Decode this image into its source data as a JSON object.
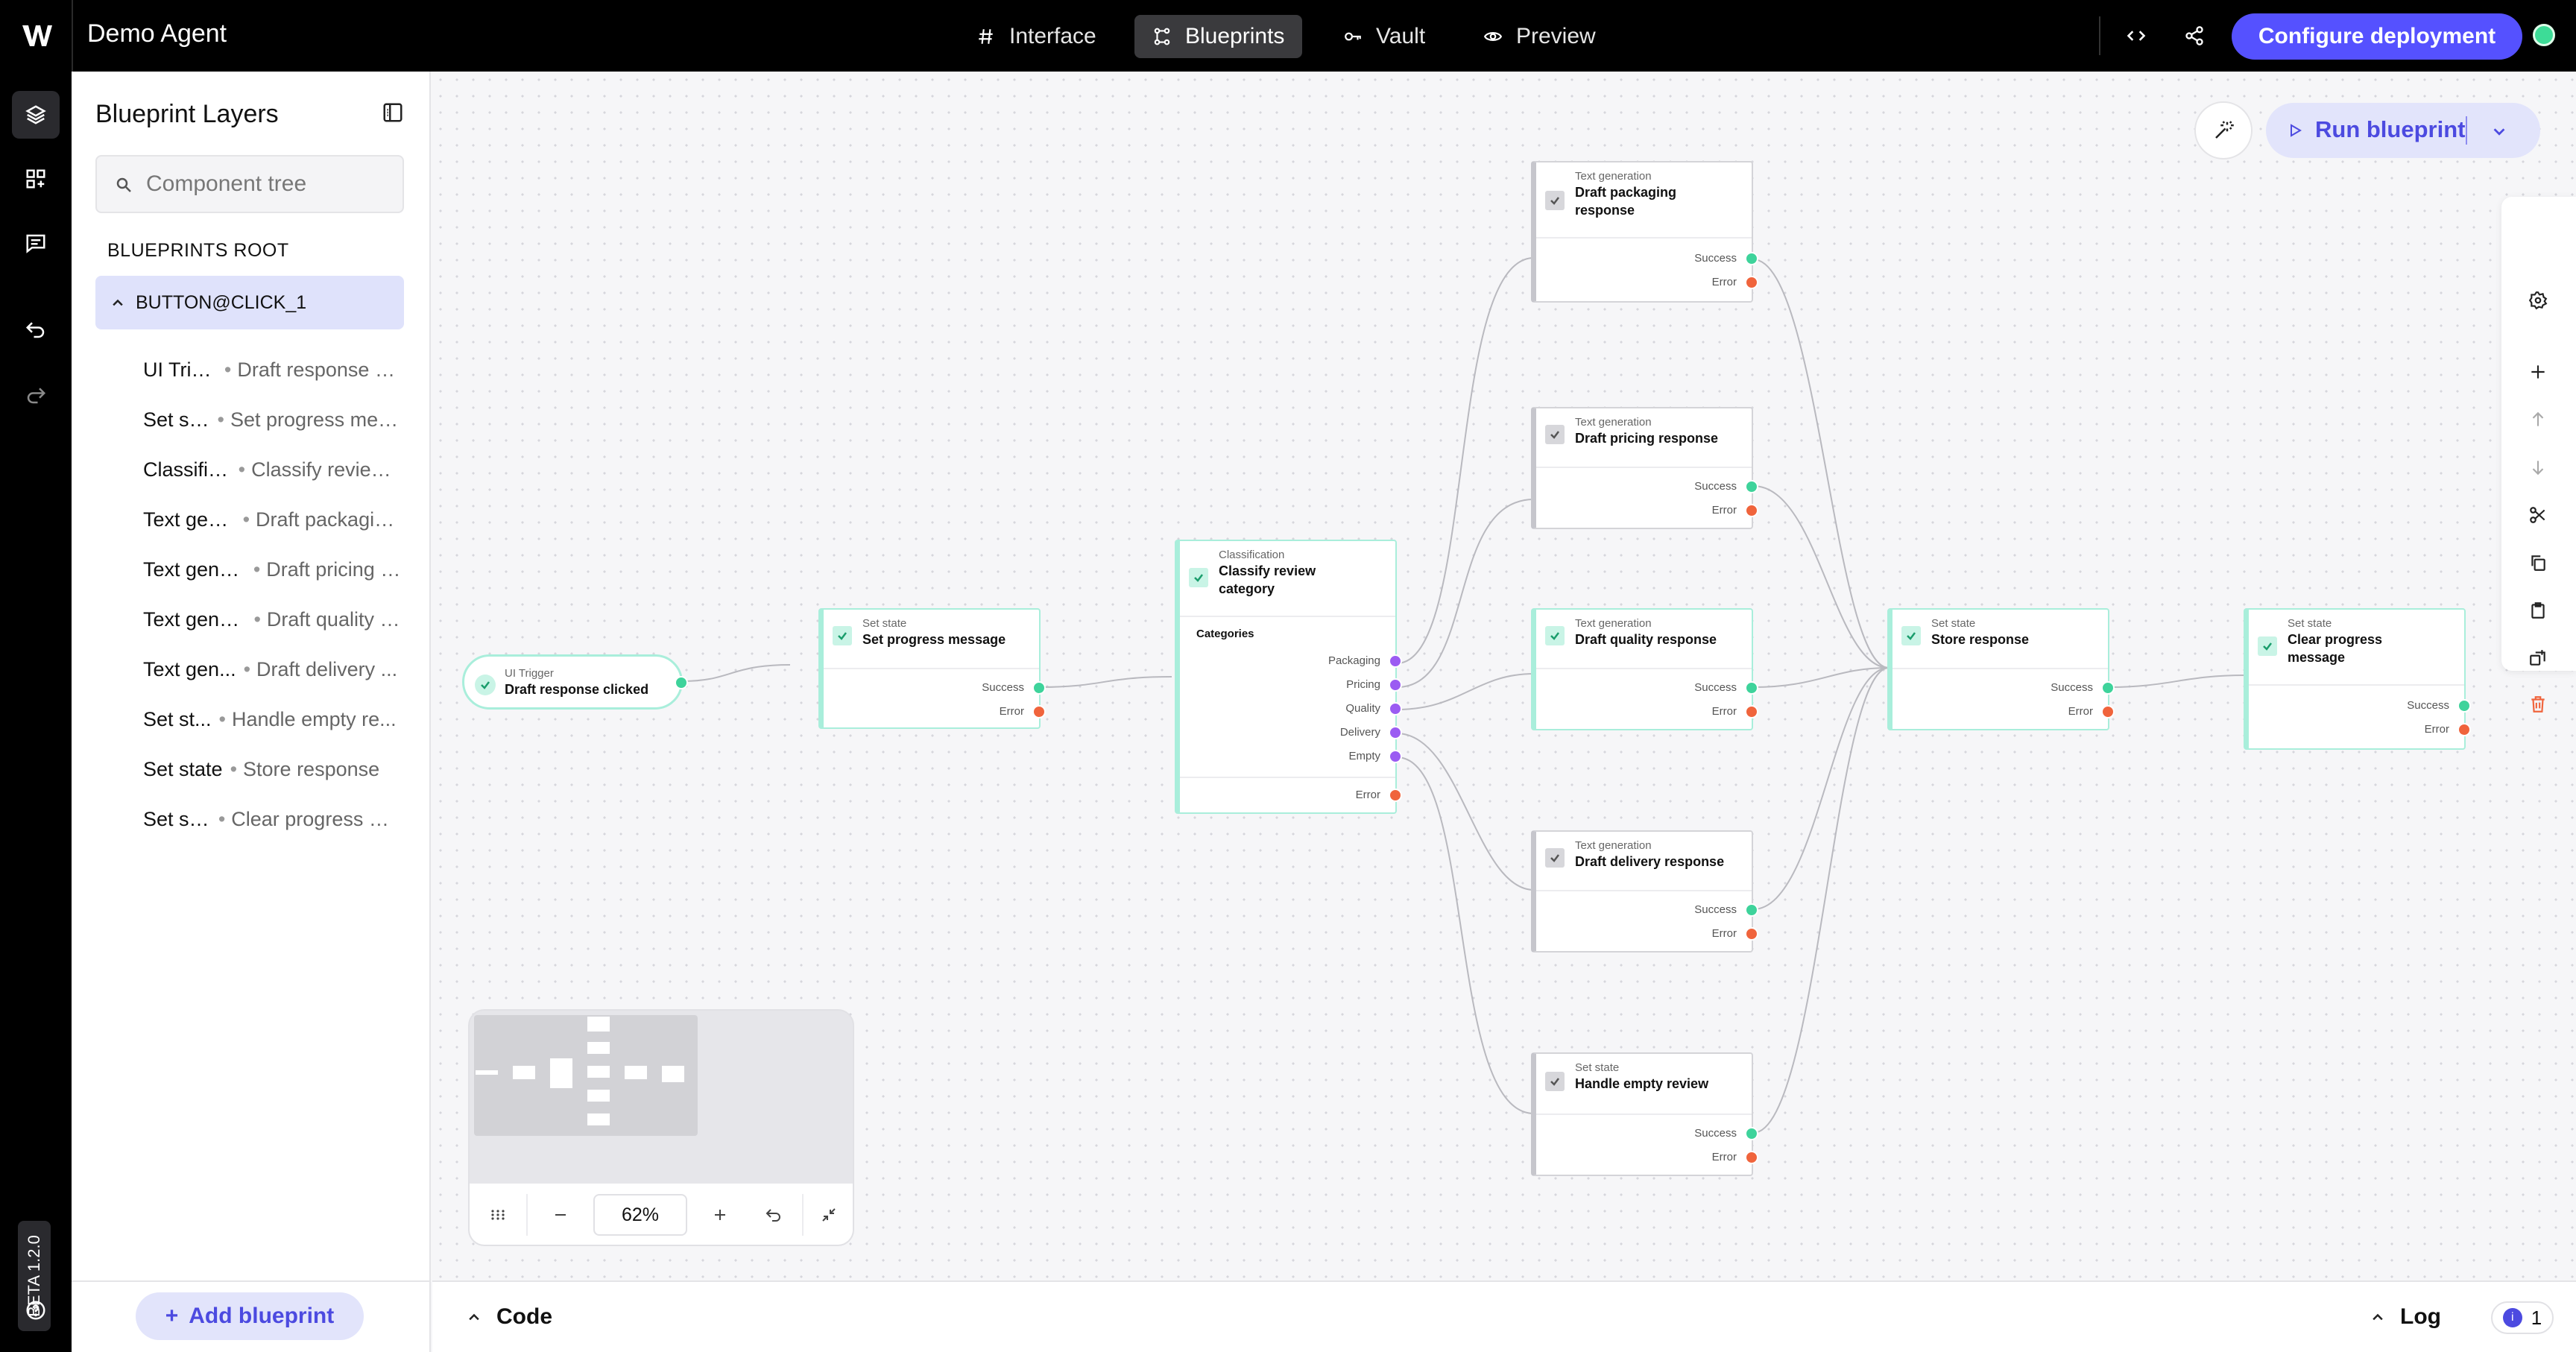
{
  "app": {
    "title": "Demo Agent",
    "deploy_label": "Configure deployment",
    "accent": "#5551ff",
    "status_color": "#3ddc97"
  },
  "nav": {
    "tabs": [
      {
        "label": "Interface",
        "icon": "hash-icon"
      },
      {
        "label": "Blueprints",
        "icon": "blueprint-icon",
        "active": true
      },
      {
        "label": "Vault",
        "icon": "key-icon"
      },
      {
        "label": "Preview",
        "icon": "eye-icon"
      }
    ]
  },
  "rail": {
    "version": "BETA 1.2.0",
    "icons": [
      "layers-icon",
      "components-icon",
      "chat-icon",
      "undo-icon",
      "redo-icon",
      "help-icon"
    ]
  },
  "layers": {
    "title": "Blueprint Layers",
    "search_placeholder": "Component tree",
    "root_label": "BLUEPRINTS ROOT",
    "group_label": "BUTTON@CLICK_1",
    "items": [
      {
        "type": "UI Trig...",
        "name": "Draft response cl..."
      },
      {
        "type": "Set st...",
        "name": "Set progress mes..."
      },
      {
        "type": "Classific...",
        "name": "Classify review ..."
      },
      {
        "type": "Text gen...",
        "name": "Draft packagin..."
      },
      {
        "type": "Text gene...",
        "name": "Draft pricing r..."
      },
      {
        "type": "Text gene...",
        "name": "Draft quality r..."
      },
      {
        "type": "Text gen...",
        "name": "Draft delivery ..."
      },
      {
        "type": "Set st...",
        "name": "Handle empty re..."
      },
      {
        "type": "Set state",
        "name": "Store response"
      },
      {
        "type": "Set st...",
        "name": "Clear progress m..."
      }
    ],
    "add_label": "Add blueprint"
  },
  "canvas": {
    "run_label": "Run blueprint",
    "zoom": "62%",
    "trigger": {
      "kind": "UI Trigger",
      "title": "Draft response clicked"
    },
    "nodes": {
      "set_progress": {
        "kind": "Set state",
        "title": "Set progress message",
        "success": "Success",
        "error": "Error"
      },
      "classify": {
        "kind": "Classification",
        "title": "Classify review category",
        "categories_label": "Categories",
        "categories": [
          "Packaging",
          "Pricing",
          "Quality",
          "Delivery",
          "Empty"
        ],
        "error": "Error"
      },
      "packaging": {
        "kind": "Text generation",
        "title": "Draft packaging response",
        "success": "Success",
        "error": "Error"
      },
      "pricing": {
        "kind": "Text generation",
        "title": "Draft pricing response",
        "success": "Success",
        "error": "Error"
      },
      "quality": {
        "kind": "Text generation",
        "title": "Draft quality response",
        "success": "Success",
        "error": "Error"
      },
      "delivery": {
        "kind": "Text generation",
        "title": "Draft delivery response",
        "success": "Success",
        "error": "Error"
      },
      "empty": {
        "kind": "Set state",
        "title": "Handle empty review",
        "success": "Success",
        "error": "Error"
      },
      "store": {
        "kind": "Set state",
        "title": "Store response",
        "success": "Success",
        "error": "Error"
      },
      "clear": {
        "kind": "Set state",
        "title": "Clear progress message",
        "success": "Success",
        "error": "Error"
      }
    },
    "toolbar_icons": [
      "settings-icon",
      "plus-icon",
      "arrow-up-icon",
      "arrow-down-icon",
      "cut-icon",
      "copy-icon",
      "paste-icon",
      "duplicate-icon",
      "delete-icon"
    ]
  },
  "bottom": {
    "code_label": "Code",
    "log_label": "Log",
    "log_count": "1"
  }
}
